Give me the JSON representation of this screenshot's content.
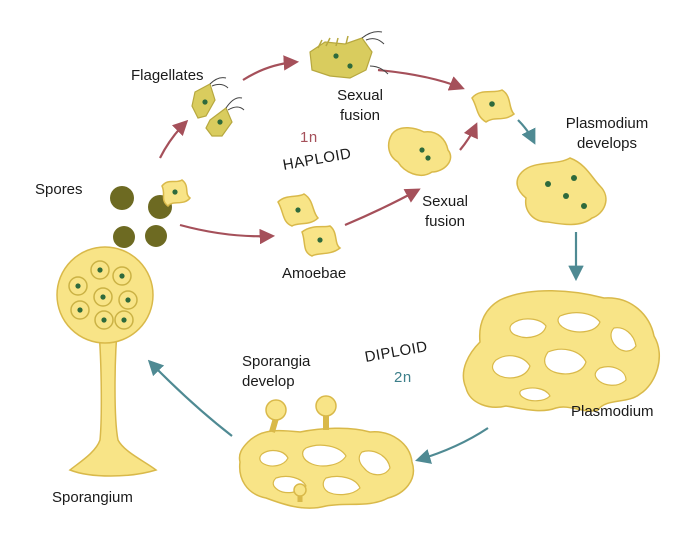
{
  "labels": {
    "flagellates": "Flagellates",
    "sexual_fusion_top": [
      "Sexual",
      "fusion"
    ],
    "plasmodium_develops": [
      "Plasmodium",
      "develops"
    ],
    "spores": "Spores",
    "haploid_n": "1n",
    "haploid": "HAPLOID",
    "sexual_fusion_mid": [
      "Sexual",
      "fusion"
    ],
    "amoebae": "Amoebae",
    "sporangia_develop": [
      "Sporangia",
      "develop"
    ],
    "diploid": "DIPLOID",
    "diploid_n": "2n",
    "plasmodium": "Plasmodium",
    "sporangium": "Sporangium"
  },
  "colors": {
    "cell_fill": "#f8e487",
    "cell_stroke": "#d9b94a",
    "flagellate_fill": "#d9cc5e",
    "nucleus": "#2e6a3c",
    "spore": "#6d6a22",
    "arrow_haploid": "#a5505a",
    "arrow_diploid": "#4f8a93",
    "haploid_n_color": "#a5505a",
    "diploid_n_color": "#3d7f8a"
  }
}
